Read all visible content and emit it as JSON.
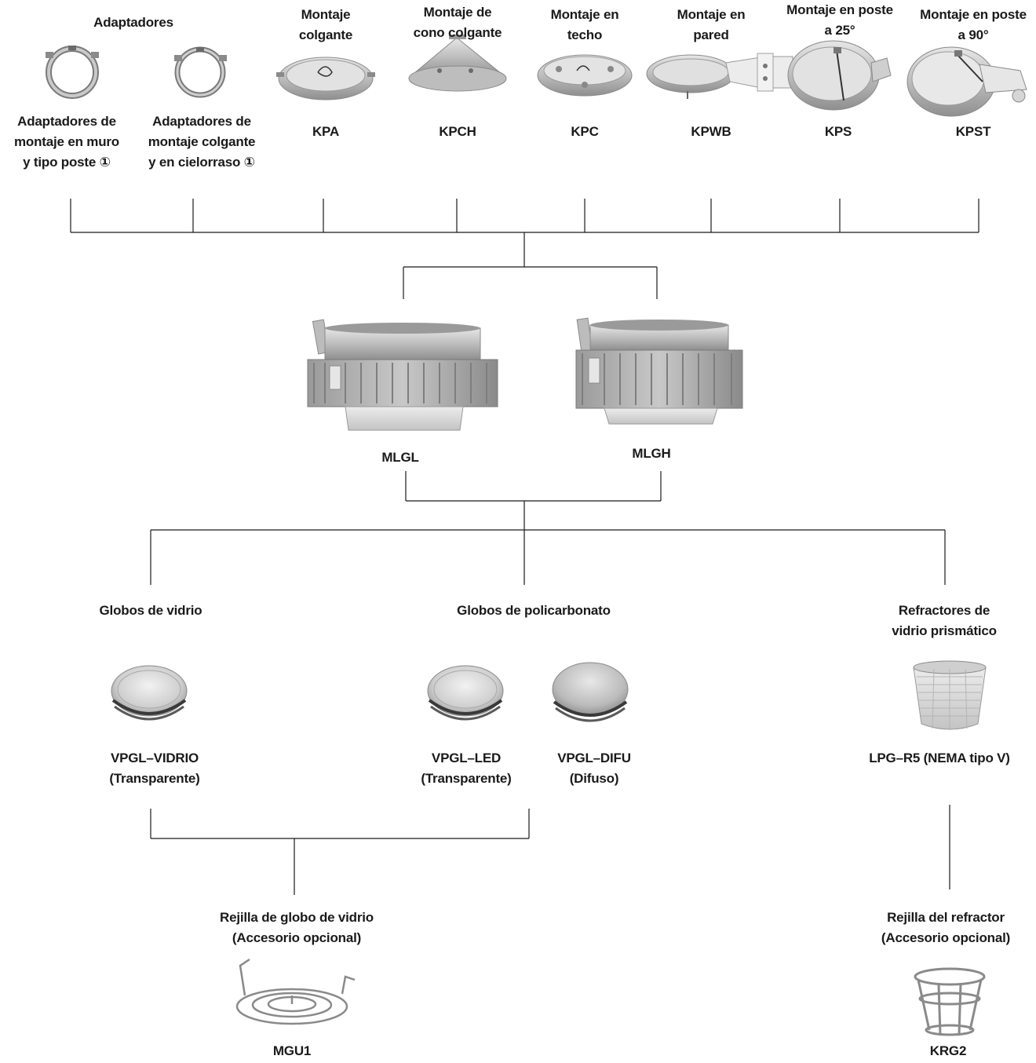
{
  "top_row": {
    "adapters_group_label": "Adaptadores",
    "items": [
      {
        "heading": [],
        "code": [
          "Adaptadores de",
          "montaje en muro",
          "y tipo poste ①"
        ],
        "icon": "ring-adapter-icon"
      },
      {
        "heading": [],
        "code": [
          "Adaptadores de",
          "montaje colgante",
          "y en cielorraso ①"
        ],
        "icon": "ring-adapter-icon"
      },
      {
        "heading": [
          "Montaje",
          "colgante"
        ],
        "code": [
          "KPA"
        ],
        "icon": "pendant-mount-icon"
      },
      {
        "heading": [
          "Montaje de",
          "cono colgante"
        ],
        "code": [
          "KPCH"
        ],
        "icon": "cone-pendant-mount-icon"
      },
      {
        "heading": [
          "Montaje en",
          "techo"
        ],
        "code": [
          "KPC"
        ],
        "icon": "ceiling-mount-icon"
      },
      {
        "heading": [
          "Montaje en",
          "pared"
        ],
        "code": [
          "KPWB"
        ],
        "icon": "wall-bracket-mount-icon"
      },
      {
        "heading": [
          "Montaje en poste",
          "a 25°"
        ],
        "code": [
          "KPS"
        ],
        "icon": "stanchion-25-mount-icon"
      },
      {
        "heading": [
          "Montaje en poste",
          "a 90°"
        ],
        "code": [
          "KPST"
        ],
        "icon": "stanchion-90-mount-icon"
      }
    ]
  },
  "fixtures": [
    {
      "code": "MLGL",
      "icon": "fixture-housing-low-icon"
    },
    {
      "code": "MLGH",
      "icon": "fixture-housing-high-icon"
    }
  ],
  "globe_categories": [
    {
      "label": [
        "Globos de vidrio"
      ]
    },
    {
      "label": [
        "Globos de policarbonato"
      ]
    },
    {
      "label": [
        "Refractores de",
        "vidrio prismático"
      ]
    }
  ],
  "globes": [
    {
      "code": [
        "VPGL–VIDRIO",
        "(Transparente)"
      ],
      "icon": "clear-glass-globe-icon"
    },
    {
      "code": [
        "VPGL–LED",
        "(Transparente)"
      ],
      "icon": "clear-polycarbonate-globe-icon"
    },
    {
      "code": [
        "VPGL–DIFU",
        "(Difuso)"
      ],
      "icon": "diffuse-globe-icon"
    },
    {
      "code": [
        "LPG–R5 (NEMA tipo V)"
      ],
      "icon": "prismatic-refractor-icon"
    }
  ],
  "guards": [
    {
      "heading": [
        "Rejilla de globo de vidrio",
        "(Accesorio opcional)"
      ],
      "code": "MGU1",
      "icon": "globe-guard-icon"
    },
    {
      "heading": [
        "Rejilla del refractor",
        "(Accesorio opcional)"
      ],
      "code": "KRG2",
      "icon": "refractor-guard-icon"
    }
  ],
  "colors": {
    "line": "#1a1a1a",
    "metal_light": "#d9d9d9",
    "metal_mid": "#a8a8a8",
    "metal_dark": "#7a7a7a",
    "glass": "#cfcfcf"
  }
}
